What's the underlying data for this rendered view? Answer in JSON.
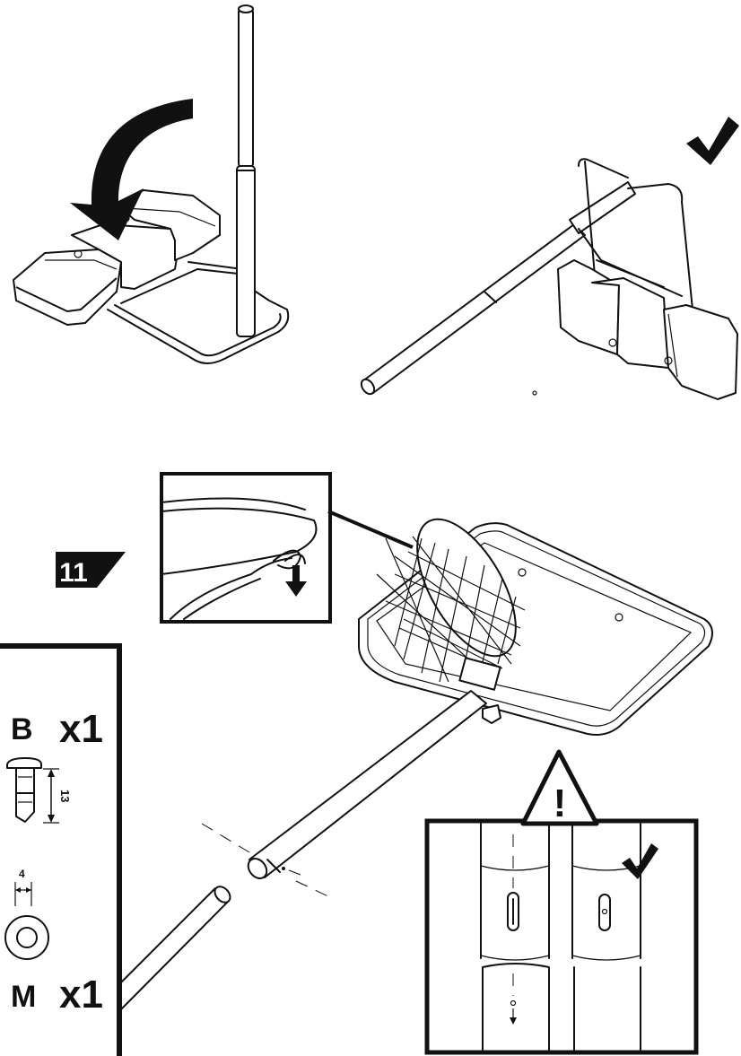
{
  "step": {
    "number": "11"
  },
  "parts": {
    "bolt_letter": "B",
    "bolt_qty": "x1",
    "bolt_length": "13",
    "washer_thickness": "4",
    "washer_letter": "M",
    "washer_qty": "x1"
  },
  "warning": {
    "symbol": "!"
  },
  "icons": [
    "curved-arrow-icon",
    "checkmark-icon",
    "warning-triangle-icon",
    "down-arrow-icon"
  ]
}
